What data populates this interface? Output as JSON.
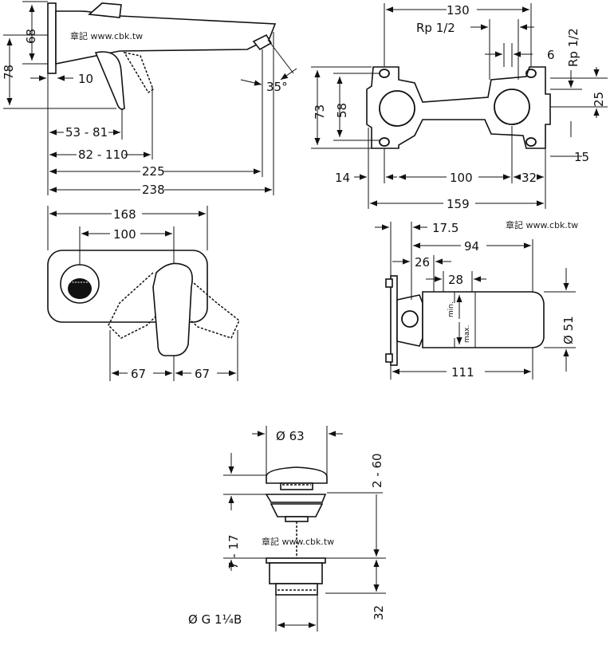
{
  "watermark": "章記 www.cbk.tw",
  "side_view": {
    "height_upper": "68",
    "height_total": "78",
    "wall_offset": "10",
    "angle": "35°",
    "reach_1": "53 - 81",
    "reach_2": "82 - 110",
    "reach_3": "225",
    "reach_total": "238"
  },
  "rough_in": {
    "width_total": "130",
    "thread_1": "Rp 1/2",
    "thread_2": "Rp 1/2",
    "offset_6": "6",
    "height_73": "73",
    "height_58": "58",
    "offset_25": "25",
    "offset_15": "15",
    "left_14": "14",
    "center_100": "100",
    "right_32": "32",
    "width_159": "159"
  },
  "front_view": {
    "plate_width": "168",
    "centers": "100",
    "swing_left": "67",
    "swing_right": "67"
  },
  "side_rough": {
    "d_17_5": "17.5",
    "d_94": "94",
    "d_26": "26",
    "d_28": "28",
    "dia_51": "Ø 51",
    "length_111": "111",
    "label_min": "min.",
    "label_max": "max."
  },
  "drain": {
    "dia_63": "Ø 63",
    "lift": "2 - 60",
    "height_range": "7 - 17",
    "height_32": "32",
    "thread": "Ø G 1¼B"
  }
}
